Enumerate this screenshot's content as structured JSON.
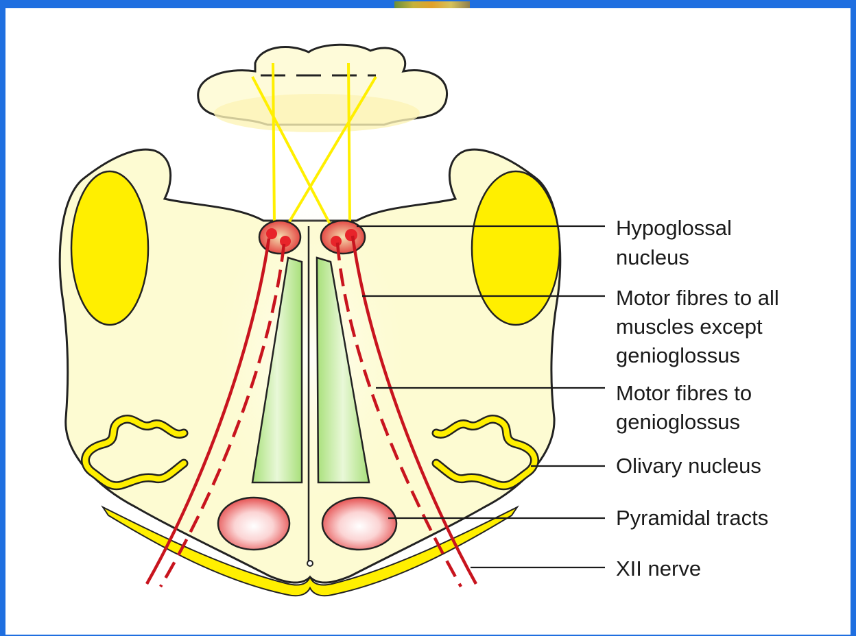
{
  "labels": {
    "hypoglossal_line1": "Hypoglossal",
    "hypoglossal_line2": "nucleus",
    "motor_all_line1": "Motor fibres to all",
    "motor_all_line2": "muscles except",
    "motor_all_line3": "genioglossus",
    "motor_genio_line1": "Motor fibres to",
    "motor_genio_line2": "genioglossus",
    "olivary": "Olivary nucleus",
    "pyramidal": "Pyramidal tracts",
    "xii": "XII nerve"
  },
  "colors": {
    "frame_border": "#1f6fe0",
    "medulla_fill": "#fdfbd2",
    "yellow_structure": "#ffef00",
    "nerve_red": "#c8141e",
    "nucleus_red": "#e8242a",
    "pyramid_green": "#a8e07a",
    "callout_line": "#1a1a1a"
  }
}
